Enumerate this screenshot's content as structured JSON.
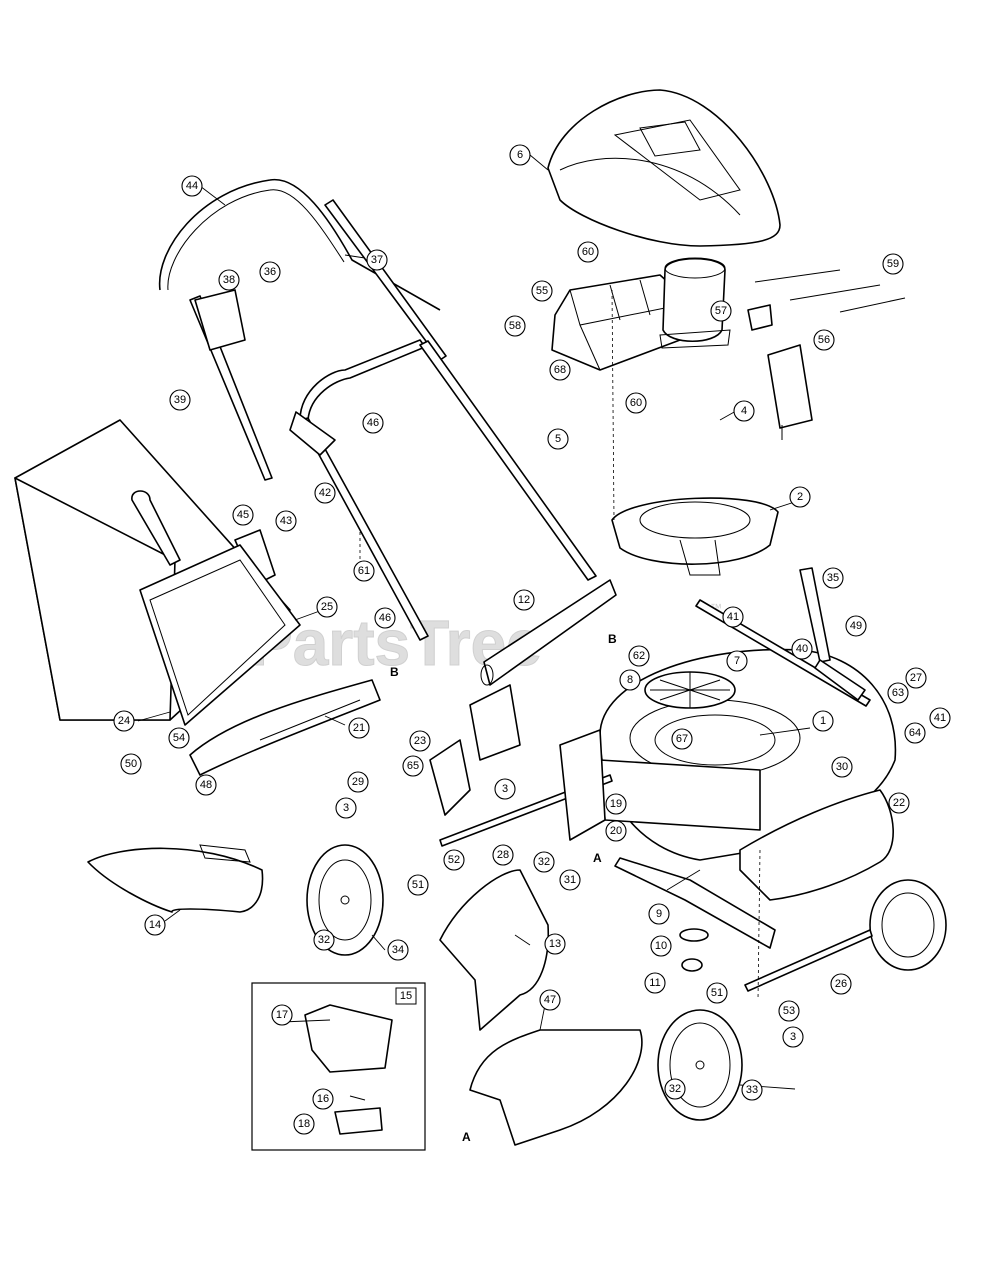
{
  "watermark": {
    "text": "PartsTree",
    "trademark": "™"
  },
  "inset_box_label": "15",
  "callouts": [
    "1",
    "2",
    "3",
    "4",
    "5",
    "6",
    "7",
    "8",
    "9",
    "10",
    "11",
    "12",
    "13",
    "14",
    "16",
    "17",
    "18",
    "19",
    "20",
    "21",
    "22",
    "23",
    "24",
    "25",
    "26",
    "27",
    "28",
    "29",
    "30",
    "31",
    "32",
    "33",
    "34",
    "35",
    "36",
    "37",
    "38",
    "39",
    "40",
    "41",
    "42",
    "43",
    "44",
    "45",
    "46",
    "47",
    "48",
    "49",
    "50",
    "51",
    "52",
    "53",
    "54",
    "55",
    "56",
    "57",
    "58",
    "59",
    "60",
    "61",
    "62",
    "63",
    "64",
    "65",
    "67",
    "68"
  ],
  "reference_letters": [
    "A",
    "B"
  ]
}
